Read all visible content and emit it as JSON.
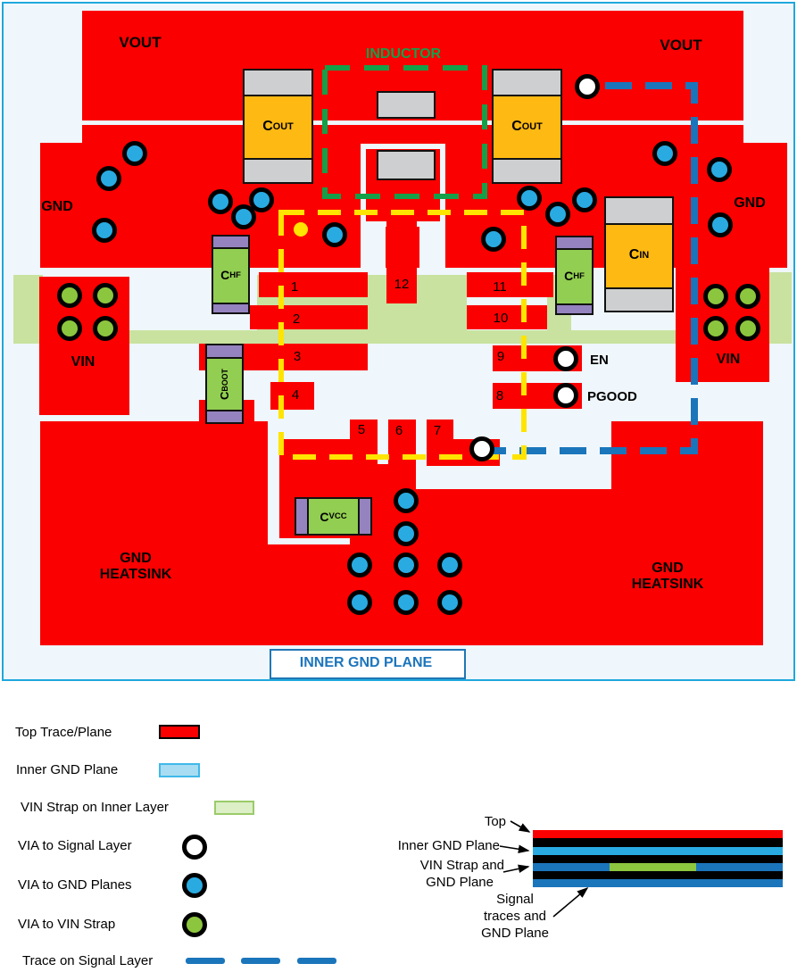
{
  "board": {
    "planes": {
      "vout_left": "VOUT",
      "vout_right": "VOUT",
      "gnd_left": "GND",
      "gnd_right": "GND",
      "vin_left": "VIN",
      "vin_right": "VIN",
      "heatsink_left_1": "GND",
      "heatsink_left_2": "HEATSINK",
      "heatsink_right_1": "GND",
      "heatsink_right_2": "HEATSINK"
    },
    "inductor_label": "INDUCTOR",
    "inner_gnd_plane_label": "INNER GND PLANE",
    "signals": {
      "en": "EN",
      "pgood": "PGOOD"
    },
    "pins": [
      "1",
      "2",
      "3",
      "4",
      "5",
      "6",
      "7",
      "8",
      "9",
      "10",
      "11",
      "12"
    ],
    "components": {
      "cout_left": {
        "main": "C",
        "sub": "OUT"
      },
      "cout_right": {
        "main": "C",
        "sub": "OUT"
      },
      "cin": {
        "main": "C",
        "sub": "IN"
      },
      "chf_left": {
        "main": "C",
        "sub": "HF"
      },
      "chf_right": {
        "main": "C",
        "sub": "HF"
      },
      "cboot": {
        "main": "C",
        "sub": "BOOT"
      },
      "cvcc": {
        "main": "C",
        "sub": "VCC"
      }
    }
  },
  "legend": {
    "items": [
      {
        "label": "Top Trace/Plane"
      },
      {
        "label": "Inner GND Plane"
      },
      {
        "label": "VIN Strap on Inner Layer"
      },
      {
        "label": "VIA to Signal Layer"
      },
      {
        "label": "VIA to GND Planes"
      },
      {
        "label": "VIA to VIN Strap"
      },
      {
        "label": "Trace on Signal Layer"
      }
    ]
  },
  "stackup": {
    "top": "Top",
    "inner": "Inner GND Plane",
    "vin_1": "VIN Strap and",
    "vin_2": "GND Plane",
    "signal_1": "Signal",
    "signal_2": "traces and",
    "signal_3": "GND Plane"
  },
  "colors": {
    "top_copper": "#FA0000",
    "inner_gnd_plane": "#29ABE2",
    "vin_strap": "#C9E2A0",
    "signal_trace": "#1B75BB",
    "ic_outline": "#FFE400",
    "inductor_outline": "#13A049",
    "cap_body_green": "#92CE51",
    "cap_terminal_purple": "#9483BF",
    "cap_body_orange": "#FEB913",
    "component_pad_gray": "#CDCFD0"
  }
}
